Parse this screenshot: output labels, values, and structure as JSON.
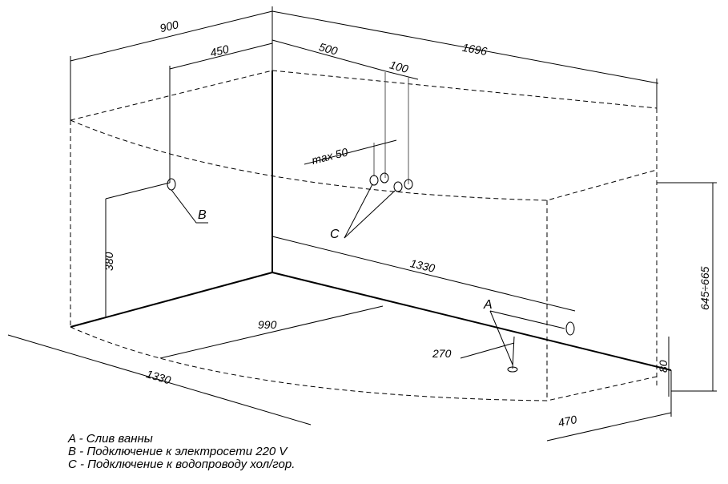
{
  "dimensions": {
    "d900": "900",
    "d450": "450",
    "d500": "500",
    "d100": "100",
    "d1696": "1696",
    "max50": "max  50",
    "d380": "380",
    "d1330_mid": "1330",
    "d990": "990",
    "d1330_bottom": "1330",
    "d270": "270",
    "d645_665": "645÷665",
    "d80": "80",
    "d470": "470"
  },
  "markers": {
    "a": "A",
    "b": "B",
    "c": "C"
  },
  "legend": [
    "A - Слив ванны",
    "B - Подключение к электросети 220 V",
    "C - Подключение к водопроводу хол/гор."
  ]
}
